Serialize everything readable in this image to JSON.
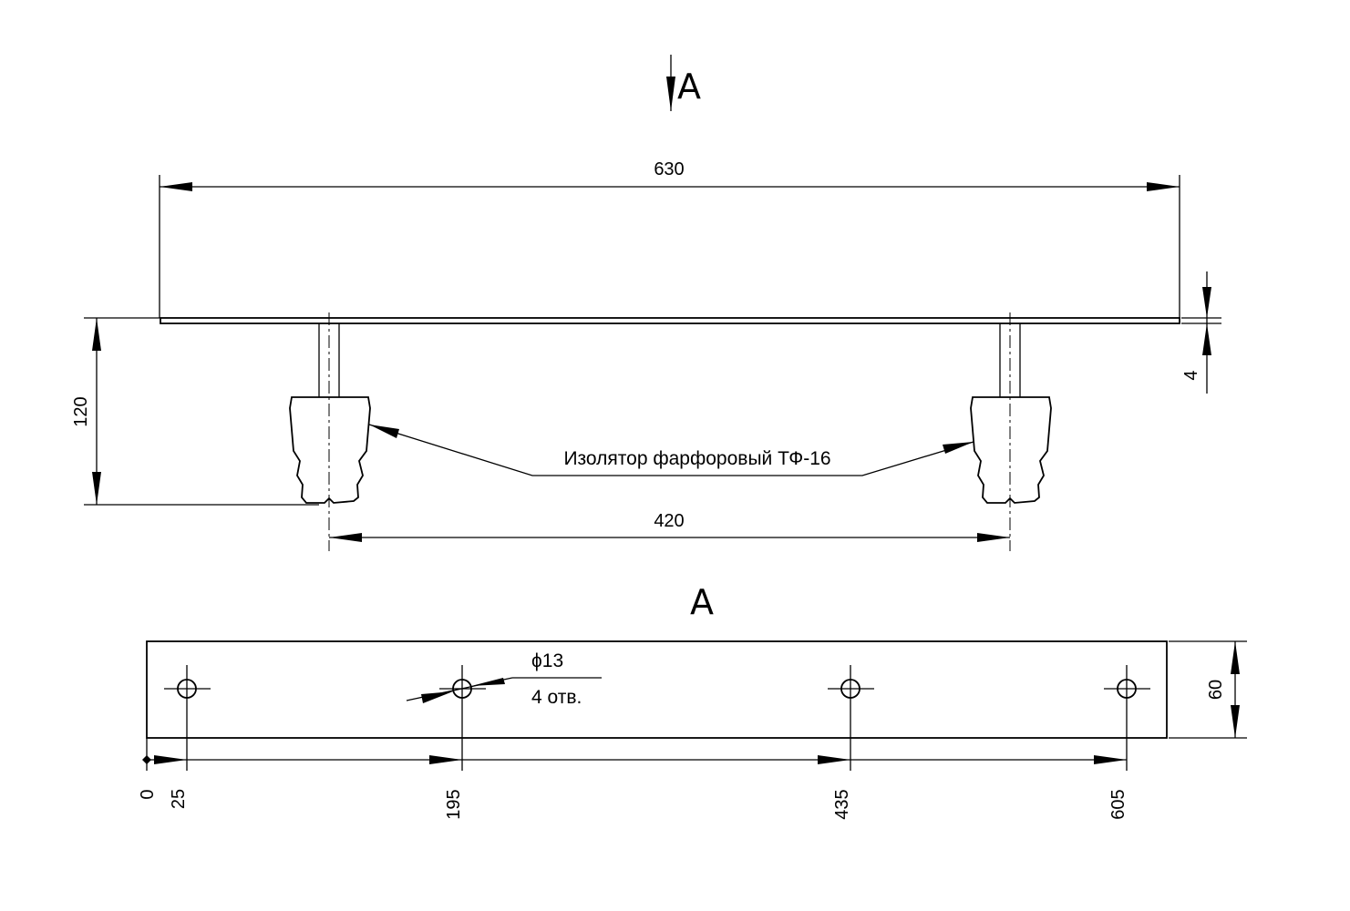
{
  "view_marker": {
    "letter": "А"
  },
  "front_view": {
    "dim_overall_length": "630",
    "dim_plate_thickness": "4",
    "dim_height": "120",
    "dim_insulator_spacing": "420",
    "insulator_callout": "Изолятор фарфоровый ТФ-16"
  },
  "view_a": {
    "title": "А",
    "hole_diameter": "ϕ13",
    "hole_count": "4 отв.",
    "dim_width": "60",
    "ordinates": [
      "0",
      "25",
      "195",
      "435",
      "605"
    ]
  }
}
